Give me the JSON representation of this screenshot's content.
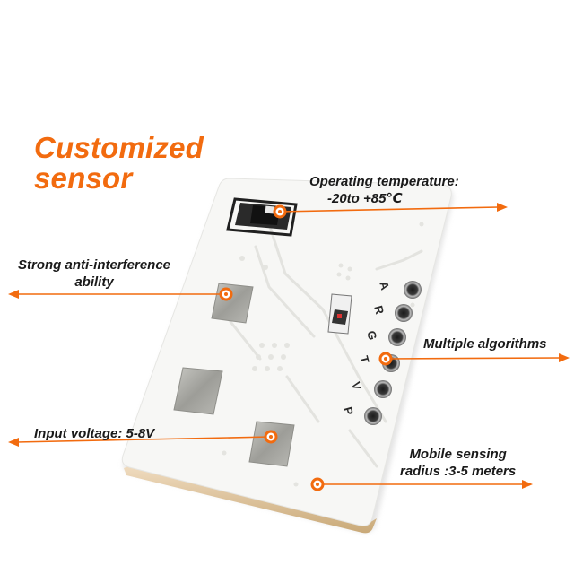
{
  "title": {
    "line1": "Customized",
    "line2": "sensor"
  },
  "callouts": {
    "temperature": {
      "line1": "Operating temperature:",
      "line2": "-20to +85℃"
    },
    "interference": {
      "line1": "Strong anti-interference",
      "line2": "ability"
    },
    "algorithms": {
      "line1": "Multiple algorithms"
    },
    "voltage": {
      "line1": "Input voltage: 5-8V"
    },
    "mobile": {
      "line1": "Mobile sensing",
      "line2": "radius :3-5 meters"
    }
  },
  "board": {
    "pin_labels": [
      "A",
      "R",
      "G",
      "T",
      "V",
      "P"
    ]
  },
  "colors": {
    "accent": "#f26b0f",
    "board": "#f7f7f5",
    "pad": "#a8a8a4"
  }
}
